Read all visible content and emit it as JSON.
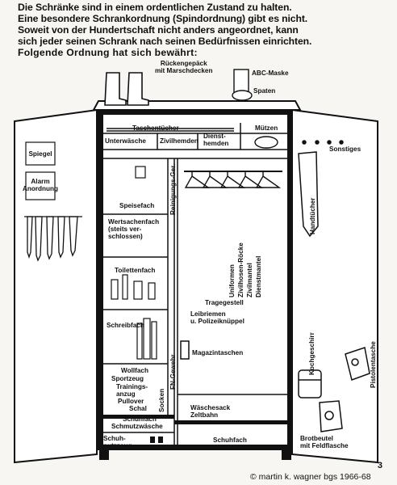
{
  "intro": [
    "Die Schränke sind in einem ordentlichen Zustand zu halten.",
    "Eine besondere Schrankordnung (Spindordnung) gibt es nicht.",
    "Soweit von der Hundertschaft nicht anders angeordnet, kann",
    "sich jeder seinen Schrank nach seinen Bedürfnissen einrichten.",
    "Folgende Ordnung hat sich bewährt:"
  ],
  "top": {
    "rueckengepaeck": "Rückengepäck\nmit Marschdecken",
    "abc_maske": "ABC-Maske",
    "spaten": "Spaten"
  },
  "left_door": {
    "spiegel": "Spiegel",
    "alarm": "Alarm\nAnordnung"
  },
  "right_door": {
    "sonstiges": "Sonstiges",
    "handtuecher": "Handtücher",
    "kochgeschirr": "Kochgeschirr",
    "pistolentasche": "Pistolentasche",
    "brotbeutel": "Brotbeutel\nmit Feldflasche"
  },
  "cabinet": {
    "taschentuecher": "Taschentücher",
    "muetzen": "Mützen",
    "unterwaesche": "Unterwäsche",
    "zivilhemden": "Zivilhemden",
    "diensthemden": "Dienst-\nhemden",
    "speisefach": "Speisefach",
    "reinigungs_ger": "Reinigungs-Ger.",
    "wertsachenfach": "Wertsachenfach\n(steits ver-\nschlossen)",
    "toilettenfach": "Toilettenfach",
    "schreibfach": "Schreibfach",
    "fn_gewehr": "FN-Gewehr",
    "wollfach": "Wollfach",
    "sportzeug": "Sportzeug",
    "trainingsanzug": "Trainings-\nanzug",
    "pullover": "Pullover",
    "schal": "Schal",
    "socken": "Socken",
    "schuhfach_left": "Schuhfach",
    "schmutzwaesche": "Schmutzwäsche",
    "schuhputzzeug": "Schuh-\nputzzeug",
    "uniformen": "Uniformen\nZivilhosen-Röcke\nZivilmantel\nDienstmantel",
    "tragegestell": "Tragegestell",
    "leibriemen": "Leibriemen\nu. Polizeiknüppel",
    "magazintaschen": "Magazintaschen",
    "waeschesack": "Wäschesack\nZeltbahn",
    "schuhfach_right": "Schuhfach"
  },
  "page_number": "3",
  "copyright": "© martin k. wagner bgs 1966-68"
}
